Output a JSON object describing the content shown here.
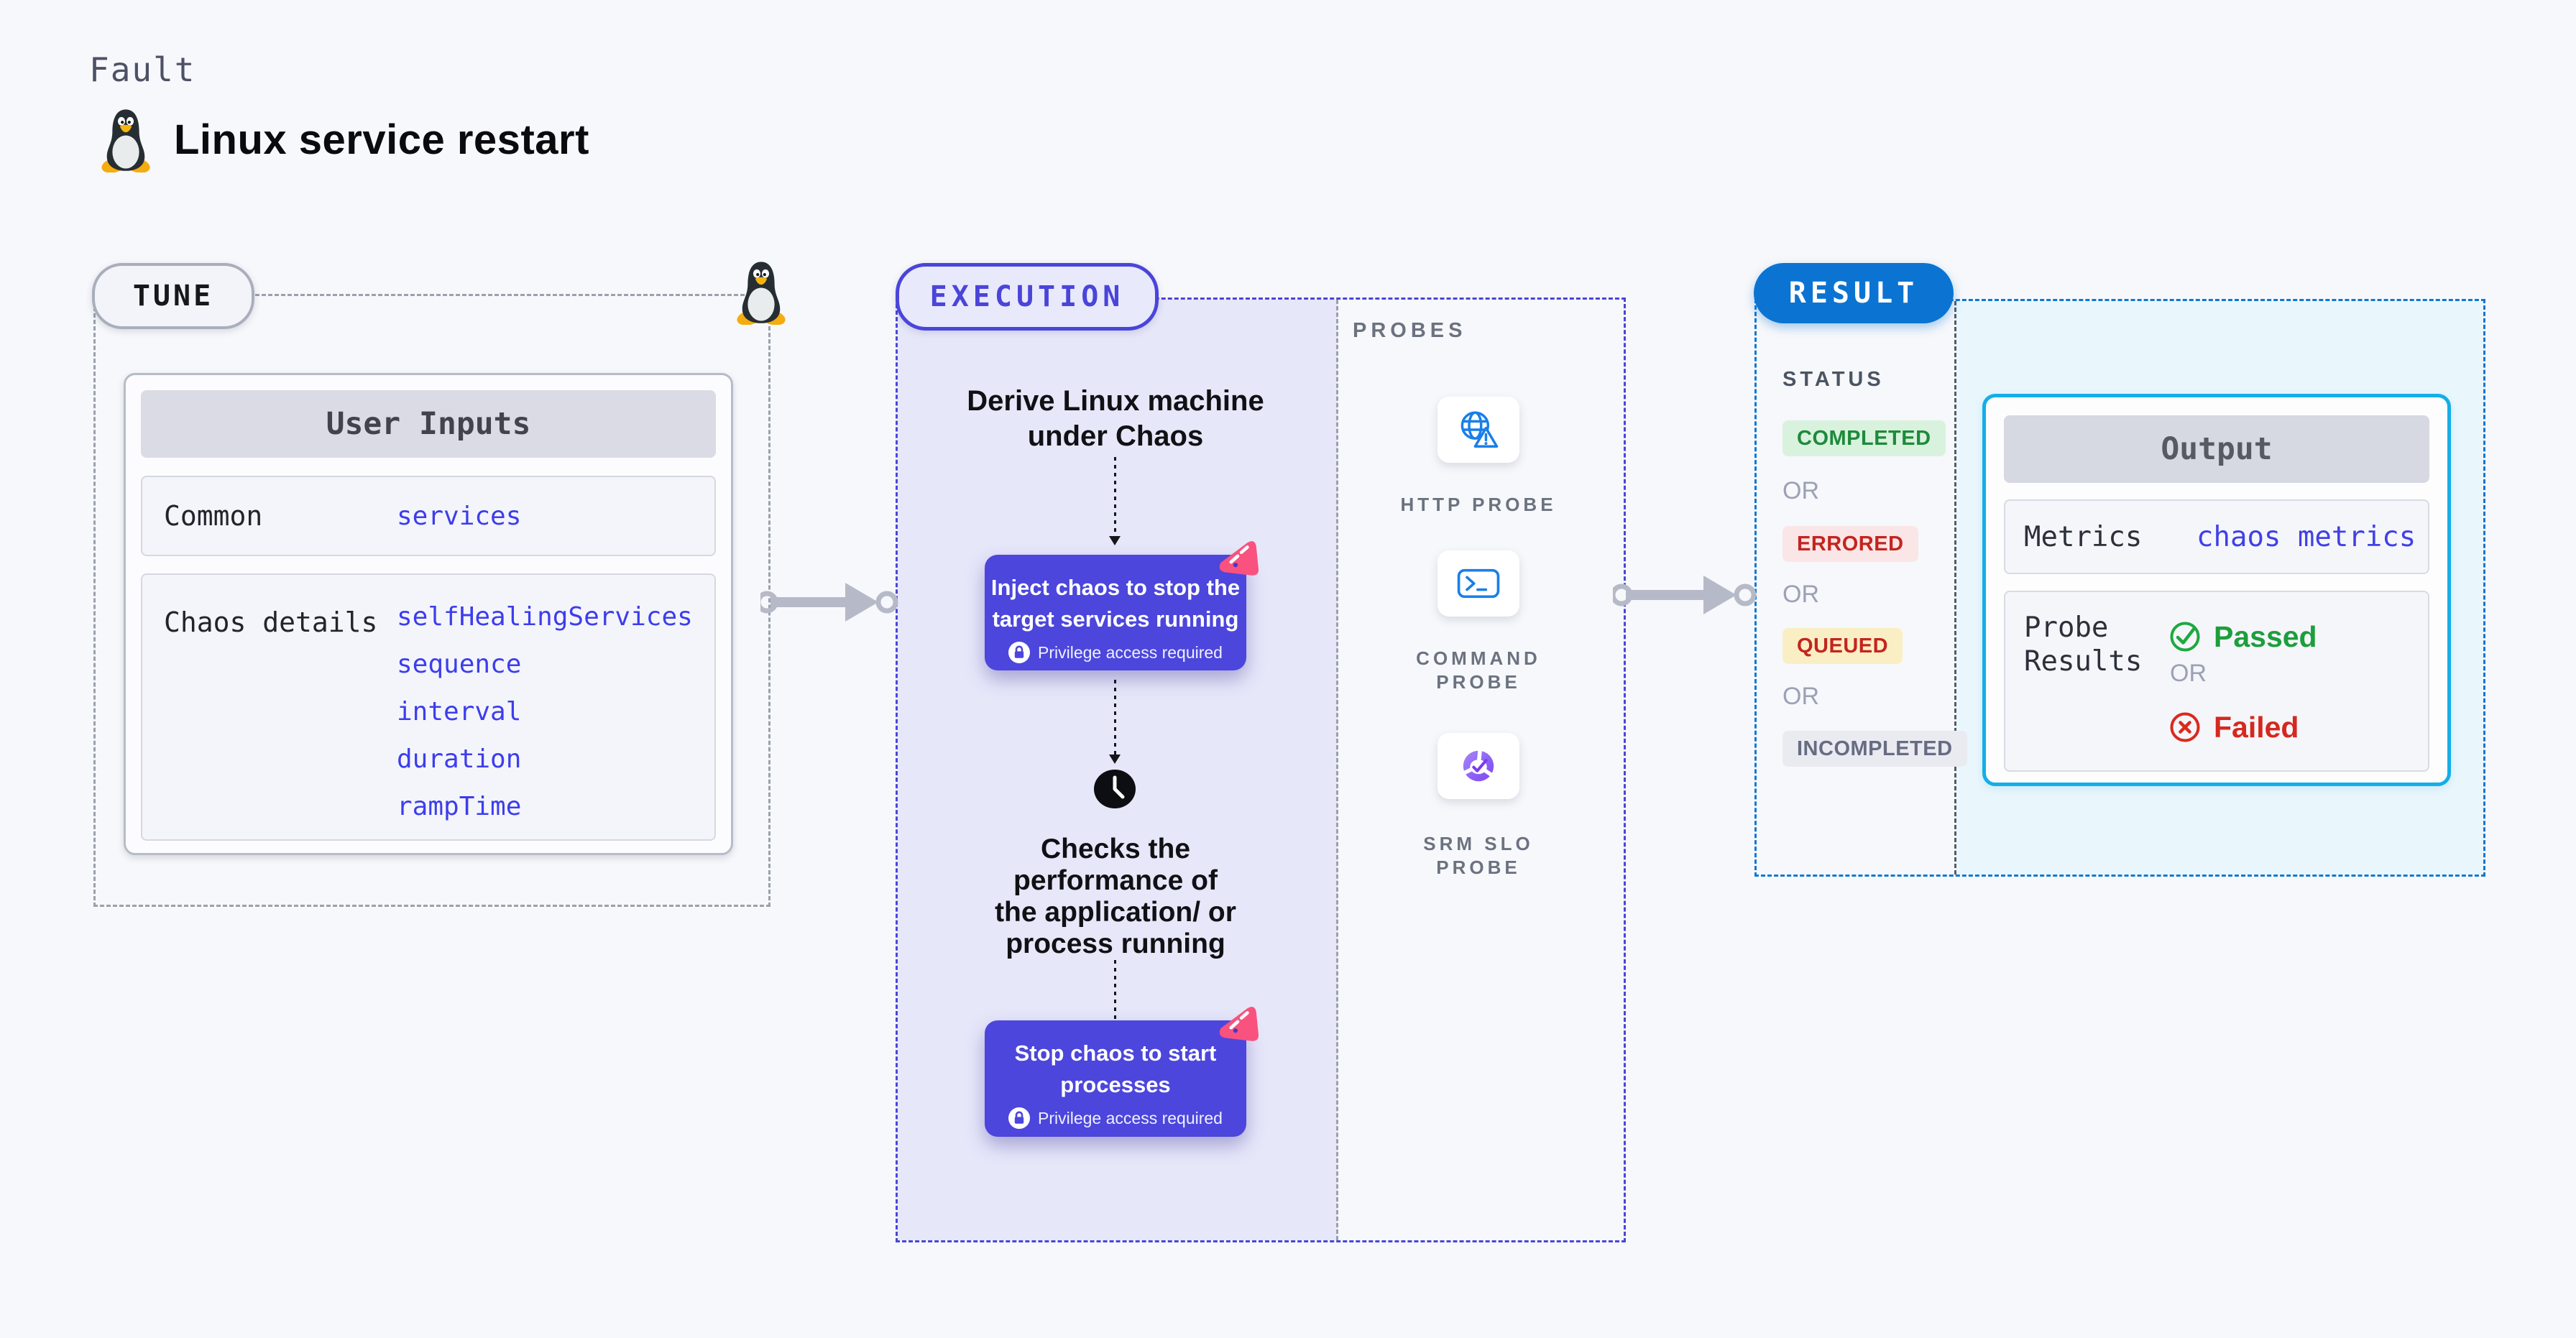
{
  "header": {
    "kicker": "Fault",
    "title": "Linux service restart"
  },
  "tune": {
    "pill": "TUNE",
    "card": {
      "header": "User Inputs",
      "rows": [
        {
          "label": "Common",
          "links": [
            "services"
          ]
        },
        {
          "label": "Chaos details",
          "links": [
            "selfHealingServices",
            "sequence",
            "interval",
            "duration",
            "rampTime"
          ]
        }
      ]
    }
  },
  "execution": {
    "pill": "EXECUTION",
    "step1": [
      "Derive Linux machine",
      "under Chaos"
    ],
    "button1": [
      "Inject chaos to stop the",
      "target services running"
    ],
    "privilege": "Privilege access required",
    "step2": [
      "Checks the",
      "performance of",
      "the application/ or",
      "process running"
    ],
    "button2": [
      "Stop chaos to start",
      "processes"
    ]
  },
  "probes": {
    "label": "PROBES",
    "items": [
      {
        "icon": "globe-alert-icon",
        "line1": "HTTP PROBE",
        "line2": ""
      },
      {
        "icon": "terminal-icon",
        "line1": "COMMAND",
        "line2": "PROBE"
      },
      {
        "icon": "slo-donut-icon",
        "line1": "SRM SLO",
        "line2": "PROBE"
      }
    ]
  },
  "result": {
    "pill": "RESULT",
    "status": {
      "label": "STATUS",
      "completed": "COMPLETED",
      "errored": "ERRORED",
      "queued": "QUEUED",
      "incompleted": "INCOMPLETED",
      "or": "OR"
    },
    "output": {
      "header": "Output",
      "metrics_label": "Metrics",
      "metrics_link": "chaos metrics",
      "probe_label_line1": "Probe",
      "probe_label_line2": "Results",
      "passed": "Passed",
      "or": "OR",
      "failed": "Failed"
    }
  },
  "icons": {
    "tux": "tux-penguin-icon",
    "chaos_logo": "chaos-logo-icon",
    "lock": "lock-icon",
    "clock": "clock-icon",
    "http_probe": "globe-alert-icon",
    "command_probe": "terminal-icon",
    "srm_slo_probe": "slo-donut-icon",
    "passed": "check-circle-icon",
    "failed": "x-circle-icon",
    "flow_arrow": "arrow-right-icon"
  },
  "colors": {
    "page_bg": "#f7f8fb",
    "indigo": "#4a45d9",
    "button_indigo": "#4c46dc",
    "lavender_fill": "#e7e7fa",
    "result_blue": "#0b74d2",
    "output_cyan_border": "#14aee8",
    "output_fill": "#e9f7fd",
    "link_blue": "#3d3ded",
    "green": "#1d9e3c",
    "red": "#d6281e",
    "queued_bg": "#faefc4",
    "pink_logo": "#f9527f",
    "arrow_gray": "#b6bac8"
  }
}
